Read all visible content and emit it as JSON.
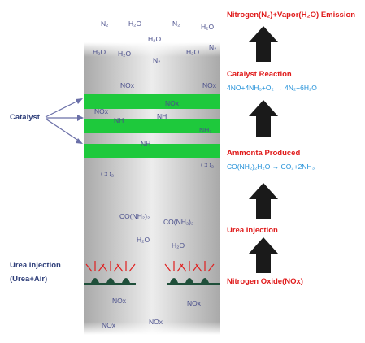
{
  "side_labels": {
    "catalyst": "Catalyst",
    "urea_injection": "Urea Injection",
    "urea_air": "(Urea+Air)"
  },
  "steps": [
    {
      "label": "Nitrogen(N₂)+Vapor(H₂O) Emission"
    },
    {
      "label": "Catalyst Reaction",
      "equation": "4NO+4NH₃+O₂ → 4N₂+6H₂O"
    },
    {
      "label": "Ammonta Produced",
      "equation": "CO(NH₂)₂H₂O → CO₂+2NH₃"
    },
    {
      "label": "Urea Injection"
    },
    {
      "label": "Nitrogen Oxide(NOx)"
    }
  ],
  "molecules": {
    "n2": "N₂",
    "h2o": "H₂O",
    "nox": "NOx",
    "nh": "NH",
    "nh3": "NH₃",
    "co2": "CO₂",
    "urea": "CO(NH₂)₂"
  },
  "colors": {
    "catalyst_band": "#1ec93c",
    "step_text": "#e01b1b",
    "equation_text": "#1f8fd8",
    "arrow": "#1a1a1a",
    "side_text": "#2f3f7a",
    "molecule_text": "#4a4f8c"
  }
}
